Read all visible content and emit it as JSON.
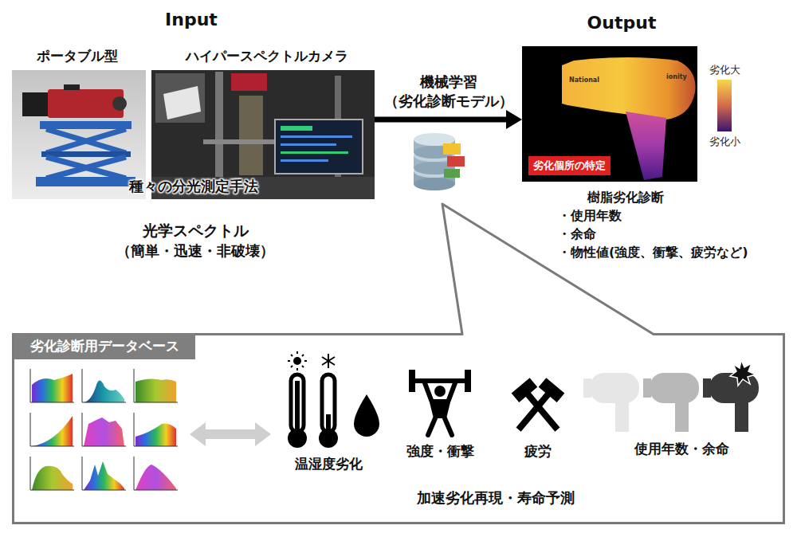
{
  "diagram": {
    "nodes": [
      {
        "text": [
          "種々の分光測定手法"
        ]
      },
      {
        "text": [
          "劣化個所の特定"
        ]
      },
      {
        "text": [
          "劣化診断用データベース"
        ]
      }
    ],
    "edges": [
      {
        "from": 0,
        "to": 1,
        "arrow": "to",
        "label": "機械学習 （劣化診断モデル）"
      }
    ],
    "labels": [
      "Input",
      "Output",
      "ポータブル型",
      "ハイパースペクトルカメラ",
      "光学スペクトル",
      "（簡単・迅速・非破壊）",
      "劣化大",
      "劣化小",
      "National",
      "ionity",
      "樹脂劣化診断",
      "・使用年数",
      "・余命",
      "・物性値(強度、衝撃、疲労など)",
      "温湿度劣化",
      "強度・衝撃",
      "疲労",
      "使用年数・余命",
      "加速劣化再現・寿命予測"
    ]
  }
}
